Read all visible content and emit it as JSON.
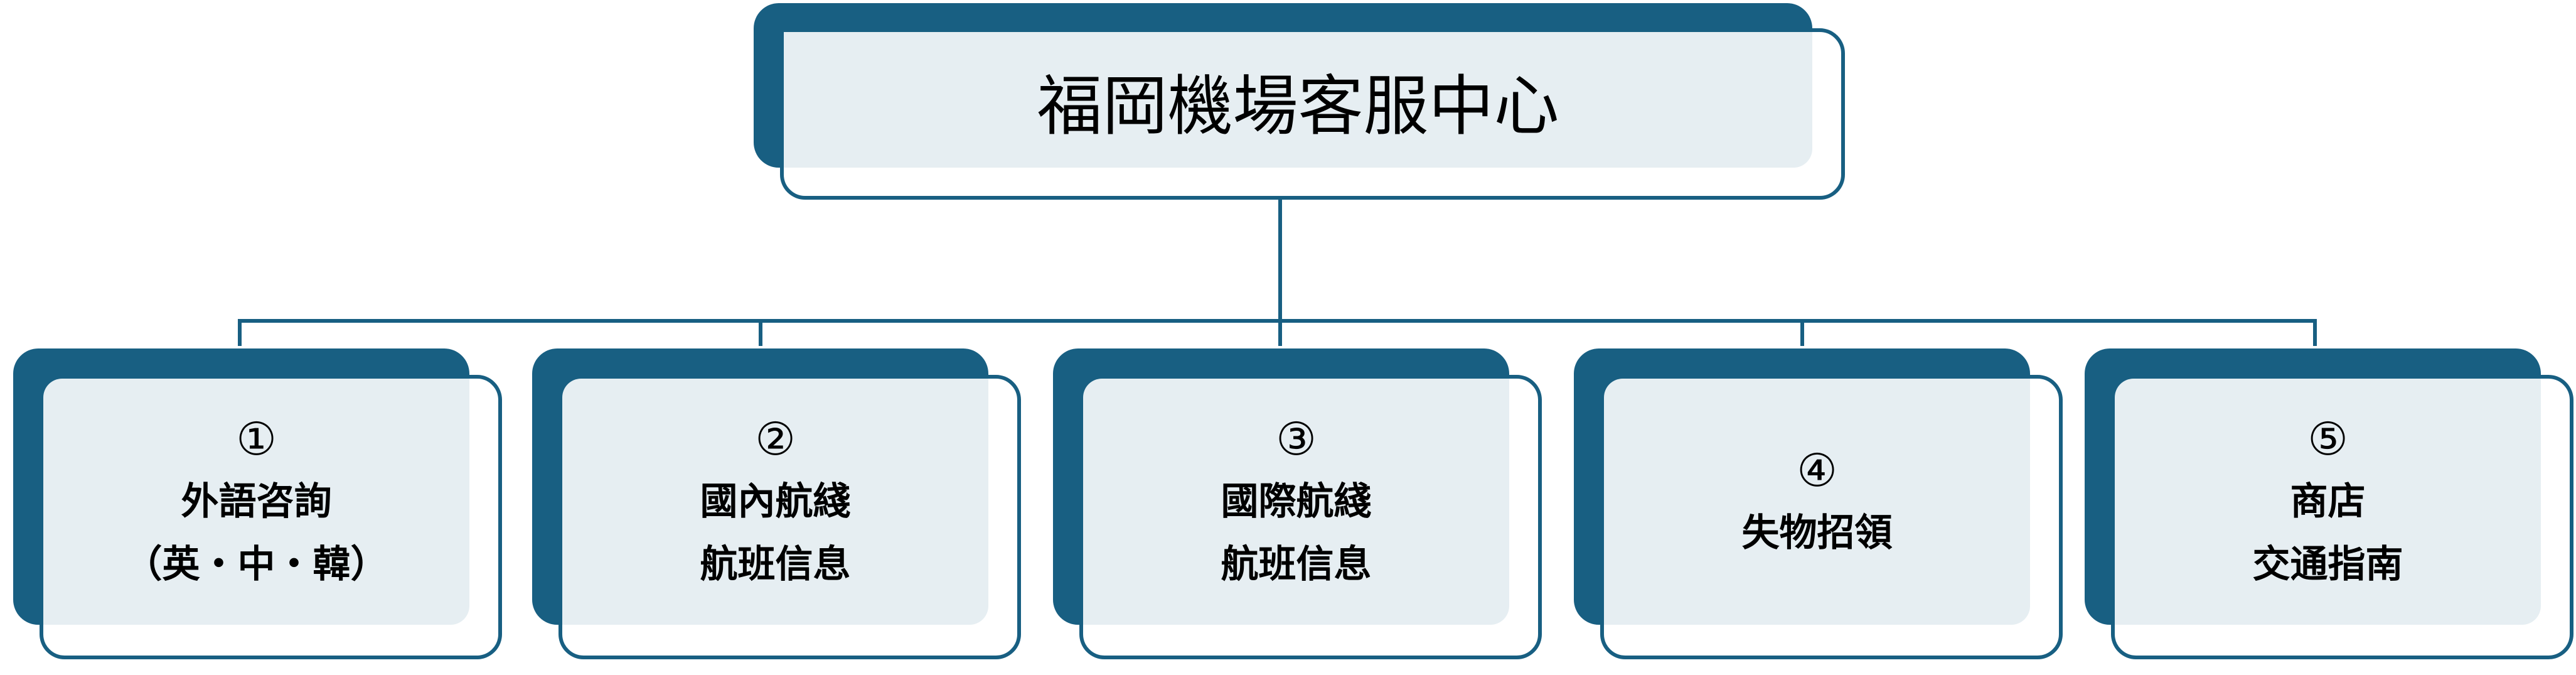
{
  "root": {
    "title": "福岡機場客服中心"
  },
  "children": [
    {
      "number": "①",
      "line1": "外語咨詢",
      "line2": "（英・中・韓）"
    },
    {
      "number": "②",
      "line1": "國內航綫",
      "line2": "航班信息"
    },
    {
      "number": "③",
      "line1": "國際航綫",
      "line2": "航班信息"
    },
    {
      "number": "④",
      "line1": "失物招領",
      "line2": ""
    },
    {
      "number": "⑤",
      "line1": "商店",
      "line2": "交通指南"
    }
  ],
  "colors": {
    "accent": "#185f82",
    "fill": "#e6eef2"
  }
}
